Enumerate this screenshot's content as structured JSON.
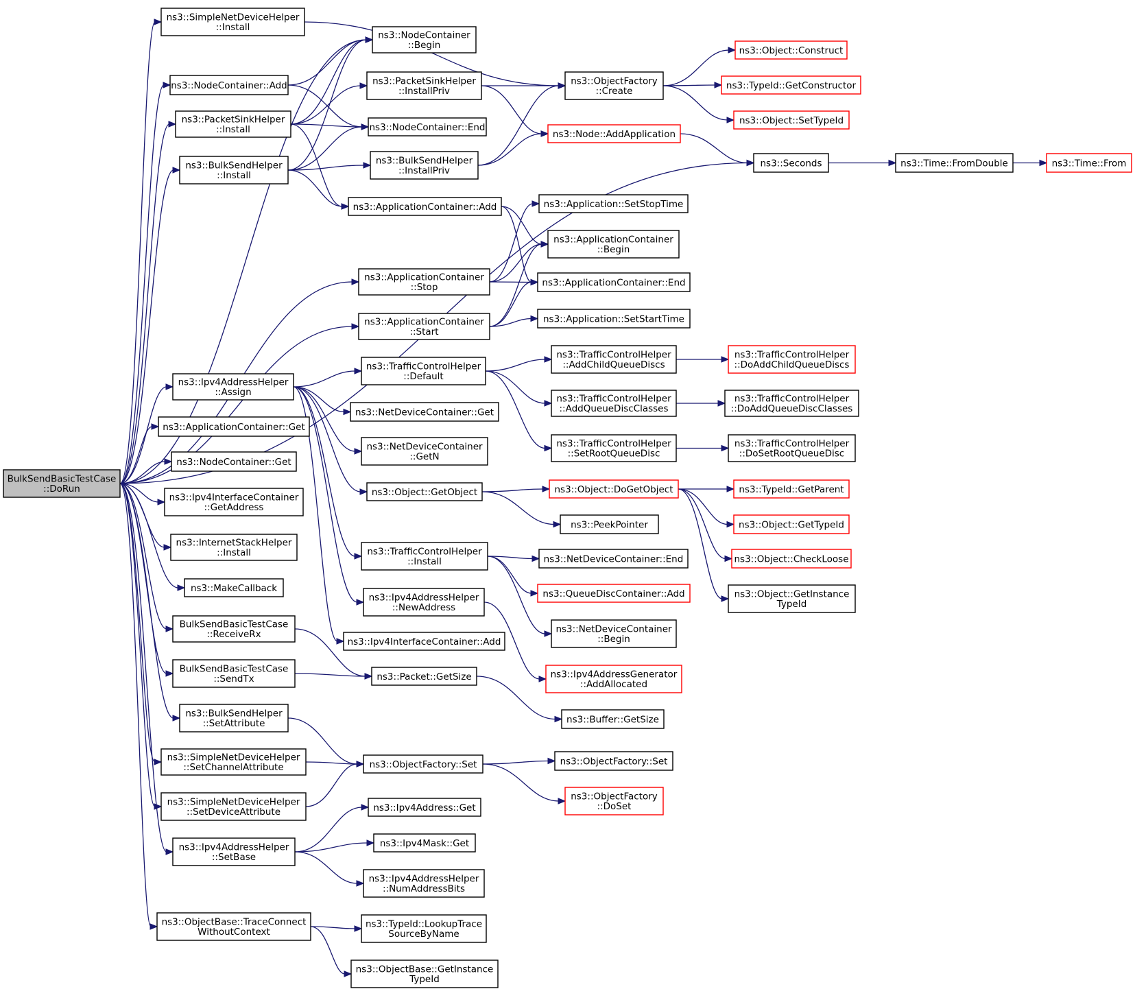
{
  "colors": {
    "edge": "#191970",
    "node_border": "#000000",
    "truncated_border": "#ff0000",
    "root_fill": "#bfbfbf",
    "background": "#ffffff"
  },
  "nodes": [
    {
      "id": "root",
      "lines": [
        "BulkSendBasicTestCase",
        "::DoRun"
      ],
      "root": true
    },
    {
      "id": "snd_install",
      "lines": [
        "ns3::SimpleNetDeviceHelper",
        "::Install"
      ]
    },
    {
      "id": "nc_add",
      "lines": [
        "ns3::NodeContainer::Add"
      ]
    },
    {
      "id": "psh_install",
      "lines": [
        "ns3::PacketSinkHelper",
        "::Install"
      ]
    },
    {
      "id": "bsh_install",
      "lines": [
        "ns3::BulkSendHelper",
        "::Install"
      ]
    },
    {
      "id": "ac_stop",
      "lines": [
        "ns3::ApplicationContainer",
        "::Stop"
      ]
    },
    {
      "id": "ac_start",
      "lines": [
        "ns3::ApplicationContainer",
        "::Start"
      ]
    },
    {
      "id": "ip4h_assign",
      "lines": [
        "ns3::Ipv4AddressHelper",
        "::Assign"
      ]
    },
    {
      "id": "ac_get",
      "lines": [
        "ns3::ApplicationContainer::Get"
      ]
    },
    {
      "id": "nc_get",
      "lines": [
        "ns3::NodeContainer::Get"
      ]
    },
    {
      "id": "iic_getaddr",
      "lines": [
        "ns3::Ipv4InterfaceContainer",
        "::GetAddress"
      ]
    },
    {
      "id": "ish_install",
      "lines": [
        "ns3::InternetStackHelper",
        "::Install"
      ]
    },
    {
      "id": "makecb",
      "lines": [
        "ns3::MakeCallback"
      ]
    },
    {
      "id": "bsbtc_rx",
      "lines": [
        "BulkSendBasicTestCase",
        "::ReceiveRx"
      ]
    },
    {
      "id": "bsbtc_tx",
      "lines": [
        "BulkSendBasicTestCase",
        "::SendTx"
      ]
    },
    {
      "id": "bsh_setattr",
      "lines": [
        "ns3::BulkSendHelper",
        "::SetAttribute"
      ]
    },
    {
      "id": "snd_setchan",
      "lines": [
        "ns3::SimpleNetDeviceHelper",
        "::SetChannelAttribute"
      ]
    },
    {
      "id": "snd_setdev",
      "lines": [
        "ns3::SimpleNetDeviceHelper",
        "::SetDeviceAttribute"
      ]
    },
    {
      "id": "ip4h_setbase",
      "lines": [
        "ns3::Ipv4AddressHelper",
        "::SetBase"
      ]
    },
    {
      "id": "ob_trace",
      "lines": [
        "ns3::ObjectBase::TraceConnect",
        "WithoutContext"
      ]
    },
    {
      "id": "nc_begin",
      "lines": [
        "ns3::NodeContainer",
        "::Begin"
      ]
    },
    {
      "id": "psh_instpriv",
      "lines": [
        "ns3::PacketSinkHelper",
        "::InstallPriv"
      ]
    },
    {
      "id": "nc_end",
      "lines": [
        "ns3::NodeContainer::End"
      ]
    },
    {
      "id": "bsh_instpriv",
      "lines": [
        "ns3::BulkSendHelper",
        "::InstallPriv"
      ]
    },
    {
      "id": "ac_add",
      "lines": [
        "ns3::ApplicationContainer::Add"
      ]
    },
    {
      "id": "tch_default",
      "lines": [
        "ns3::TrafficControlHelper",
        "::Default"
      ]
    },
    {
      "id": "ndc_get",
      "lines": [
        "ns3::NetDeviceContainer::Get"
      ]
    },
    {
      "id": "ndc_getn",
      "lines": [
        "ns3::NetDeviceContainer",
        "::GetN"
      ]
    },
    {
      "id": "obj_getobject",
      "lines": [
        "ns3::Object::GetObject"
      ]
    },
    {
      "id": "tch_install",
      "lines": [
        "ns3::TrafficControlHelper",
        "::Install"
      ]
    },
    {
      "id": "ip4h_newaddr",
      "lines": [
        "ns3::Ipv4AddressHelper",
        "::NewAddress"
      ]
    },
    {
      "id": "iic_add",
      "lines": [
        "ns3::Ipv4InterfaceContainer::Add"
      ]
    },
    {
      "id": "pkt_getsize",
      "lines": [
        "ns3::Packet::GetSize"
      ]
    },
    {
      "id": "of_set",
      "lines": [
        "ns3::ObjectFactory::Set"
      ]
    },
    {
      "id": "ip4a_get",
      "lines": [
        "ns3::Ipv4Address::Get"
      ]
    },
    {
      "id": "ip4m_get",
      "lines": [
        "ns3::Ipv4Mask::Get"
      ]
    },
    {
      "id": "ip4h_numbits",
      "lines": [
        "ns3::Ipv4AddressHelper",
        "::NumAddressBits"
      ]
    },
    {
      "id": "tid_lookup",
      "lines": [
        "ns3::TypeId::LookupTrace",
        "SourceByName"
      ]
    },
    {
      "id": "ob_getinst",
      "lines": [
        "ns3::ObjectBase::GetInstance",
        "TypeId"
      ]
    },
    {
      "id": "of_create",
      "lines": [
        "ns3::ObjectFactory",
        "::Create"
      ]
    },
    {
      "id": "node_addapp",
      "lines": [
        "ns3::Node::AddApplication"
      ],
      "truncated": true
    },
    {
      "id": "app_setstop",
      "lines": [
        "ns3::Application::SetStopTime"
      ]
    },
    {
      "id": "ac_begin",
      "lines": [
        "ns3::ApplicationContainer",
        "::Begin"
      ]
    },
    {
      "id": "ac_end",
      "lines": [
        "ns3::ApplicationContainer::End"
      ]
    },
    {
      "id": "app_setstart",
      "lines": [
        "ns3::Application::SetStartTime"
      ]
    },
    {
      "id": "tch_addchild",
      "lines": [
        "ns3::TrafficControlHelper",
        "::AddChildQueueDiscs"
      ]
    },
    {
      "id": "tch_addclasses",
      "lines": [
        "ns3::TrafficControlHelper",
        "::AddQueueDiscClasses"
      ]
    },
    {
      "id": "tch_setroot",
      "lines": [
        "ns3::TrafficControlHelper",
        "::SetRootQueueDisc"
      ]
    },
    {
      "id": "obj_dogetobject",
      "lines": [
        "ns3::Object::DoGetObject"
      ],
      "truncated": true
    },
    {
      "id": "peekpointer",
      "lines": [
        "ns3::PeekPointer"
      ]
    },
    {
      "id": "ndc_end",
      "lines": [
        "ns3::NetDeviceContainer::End"
      ]
    },
    {
      "id": "qdc_add",
      "lines": [
        "ns3::QueueDiscContainer::Add"
      ],
      "truncated": true
    },
    {
      "id": "ndc_begin",
      "lines": [
        "ns3::NetDeviceContainer",
        "::Begin"
      ]
    },
    {
      "id": "ip4ag_addalloc",
      "lines": [
        "ns3::Ipv4AddressGenerator",
        "::AddAllocated"
      ],
      "truncated": true
    },
    {
      "id": "buf_getsize",
      "lines": [
        "ns3::Buffer::GetSize"
      ]
    },
    {
      "id": "of_set2",
      "lines": [
        "ns3::ObjectFactory::Set"
      ]
    },
    {
      "id": "of_doset",
      "lines": [
        "ns3::ObjectFactory",
        "::DoSet"
      ],
      "truncated": true
    },
    {
      "id": "obj_construct",
      "lines": [
        "ns3::Object::Construct"
      ],
      "truncated": true
    },
    {
      "id": "tid_getctor",
      "lines": [
        "ns3::TypeId::GetConstructor"
      ],
      "truncated": true
    },
    {
      "id": "obj_settypeid",
      "lines": [
        "ns3::Object::SetTypeId"
      ],
      "truncated": true
    },
    {
      "id": "seconds",
      "lines": [
        "ns3::Seconds"
      ]
    },
    {
      "id": "tch_doaddchild",
      "lines": [
        "ns3::TrafficControlHelper",
        "::DoAddChildQueueDiscs"
      ],
      "truncated": true
    },
    {
      "id": "tch_doaddclasses",
      "lines": [
        "ns3::TrafficControlHelper",
        "::DoAddQueueDiscClasses"
      ]
    },
    {
      "id": "tch_dosetroot",
      "lines": [
        "ns3::TrafficControlHelper",
        "::DoSetRootQueueDisc"
      ]
    },
    {
      "id": "tid_getparent",
      "lines": [
        "ns3::TypeId::GetParent"
      ],
      "truncated": true
    },
    {
      "id": "obj_gettypeid",
      "lines": [
        "ns3::Object::GetTypeId"
      ],
      "truncated": true
    },
    {
      "id": "obj_checkloose",
      "lines": [
        "ns3::Object::CheckLoose"
      ],
      "truncated": true
    },
    {
      "id": "obj_getinsttid",
      "lines": [
        "ns3::Object::GetInstance",
        "TypeId"
      ]
    },
    {
      "id": "time_fromdouble",
      "lines": [
        "ns3::Time::FromDouble"
      ]
    },
    {
      "id": "time_from",
      "lines": [
        "ns3::Time::From"
      ],
      "truncated": true
    }
  ],
  "edges": [
    [
      "root",
      "snd_install"
    ],
    [
      "root",
      "nc_add"
    ],
    [
      "root",
      "psh_install"
    ],
    [
      "root",
      "bsh_install"
    ],
    [
      "root",
      "seconds"
    ],
    [
      "root",
      "ac_stop"
    ],
    [
      "root",
      "ac_start"
    ],
    [
      "root",
      "ip4h_assign"
    ],
    [
      "root",
      "ac_get"
    ],
    [
      "root",
      "nc_get"
    ],
    [
      "root",
      "iic_getaddr"
    ],
    [
      "root",
      "ish_install"
    ],
    [
      "root",
      "makecb"
    ],
    [
      "root",
      "bsbtc_rx"
    ],
    [
      "root",
      "bsbtc_tx"
    ],
    [
      "root",
      "bsh_setattr"
    ],
    [
      "root",
      "snd_setchan"
    ],
    [
      "root",
      "snd_setdev"
    ],
    [
      "root",
      "ip4h_setbase"
    ],
    [
      "root",
      "ob_trace"
    ],
    [
      "root",
      "nc_begin"
    ],
    [
      "snd_install",
      "of_create"
    ],
    [
      "nc_add",
      "nc_begin"
    ],
    [
      "nc_add",
      "nc_end"
    ],
    [
      "psh_install",
      "nc_begin"
    ],
    [
      "psh_install",
      "psh_instpriv"
    ],
    [
      "psh_install",
      "nc_end"
    ],
    [
      "psh_install",
      "ac_add"
    ],
    [
      "bsh_install",
      "nc_begin"
    ],
    [
      "bsh_install",
      "nc_end"
    ],
    [
      "bsh_install",
      "bsh_instpriv"
    ],
    [
      "bsh_install",
      "ac_add"
    ],
    [
      "psh_instpriv",
      "of_create"
    ],
    [
      "psh_instpriv",
      "node_addapp"
    ],
    [
      "bsh_instpriv",
      "of_create"
    ],
    [
      "bsh_instpriv",
      "node_addapp"
    ],
    [
      "ac_add",
      "ac_begin"
    ],
    [
      "ac_add",
      "ac_end"
    ],
    [
      "ac_stop",
      "app_setstop"
    ],
    [
      "ac_stop",
      "ac_begin"
    ],
    [
      "ac_stop",
      "ac_end"
    ],
    [
      "ac_start",
      "ac_begin"
    ],
    [
      "ac_start",
      "ac_end"
    ],
    [
      "ac_start",
      "app_setstart"
    ],
    [
      "ip4h_assign",
      "tch_default"
    ],
    [
      "ip4h_assign",
      "ndc_get"
    ],
    [
      "ip4h_assign",
      "ndc_getn"
    ],
    [
      "ip4h_assign",
      "obj_getobject"
    ],
    [
      "ip4h_assign",
      "tch_install"
    ],
    [
      "ip4h_assign",
      "ip4h_newaddr"
    ],
    [
      "ip4h_assign",
      "iic_add"
    ],
    [
      "tch_default",
      "tch_addchild"
    ],
    [
      "tch_default",
      "tch_addclasses"
    ],
    [
      "tch_default",
      "tch_setroot"
    ],
    [
      "tch_addchild",
      "tch_doaddchild"
    ],
    [
      "tch_addclasses",
      "tch_doaddclasses"
    ],
    [
      "tch_setroot",
      "tch_dosetroot"
    ],
    [
      "obj_getobject",
      "obj_dogetobject"
    ],
    [
      "obj_getobject",
      "peekpointer"
    ],
    [
      "obj_dogetobject",
      "tid_getparent"
    ],
    [
      "obj_dogetobject",
      "obj_gettypeid"
    ],
    [
      "obj_dogetobject",
      "obj_checkloose"
    ],
    [
      "obj_dogetobject",
      "obj_getinsttid"
    ],
    [
      "tch_install",
      "ndc_end"
    ],
    [
      "tch_install",
      "qdc_add"
    ],
    [
      "tch_install",
      "ndc_begin"
    ],
    [
      "ip4h_newaddr",
      "ip4ag_addalloc"
    ],
    [
      "bsbtc_rx",
      "pkt_getsize"
    ],
    [
      "bsbtc_tx",
      "pkt_getsize"
    ],
    [
      "pkt_getsize",
      "buf_getsize"
    ],
    [
      "bsh_setattr",
      "of_set"
    ],
    [
      "snd_setchan",
      "of_set"
    ],
    [
      "snd_setdev",
      "of_set"
    ],
    [
      "of_set",
      "of_set2"
    ],
    [
      "of_set",
      "of_doset"
    ],
    [
      "ip4h_setbase",
      "ip4a_get"
    ],
    [
      "ip4h_setbase",
      "ip4m_get"
    ],
    [
      "ip4h_setbase",
      "ip4h_numbits"
    ],
    [
      "ob_trace",
      "tid_lookup"
    ],
    [
      "ob_trace",
      "ob_getinst"
    ],
    [
      "of_create",
      "obj_construct"
    ],
    [
      "of_create",
      "tid_getctor"
    ],
    [
      "of_create",
      "obj_settypeid"
    ],
    [
      "node_addapp",
      "seconds"
    ],
    [
      "seconds",
      "time_fromdouble"
    ],
    [
      "time_fromdouble",
      "time_from"
    ]
  ]
}
